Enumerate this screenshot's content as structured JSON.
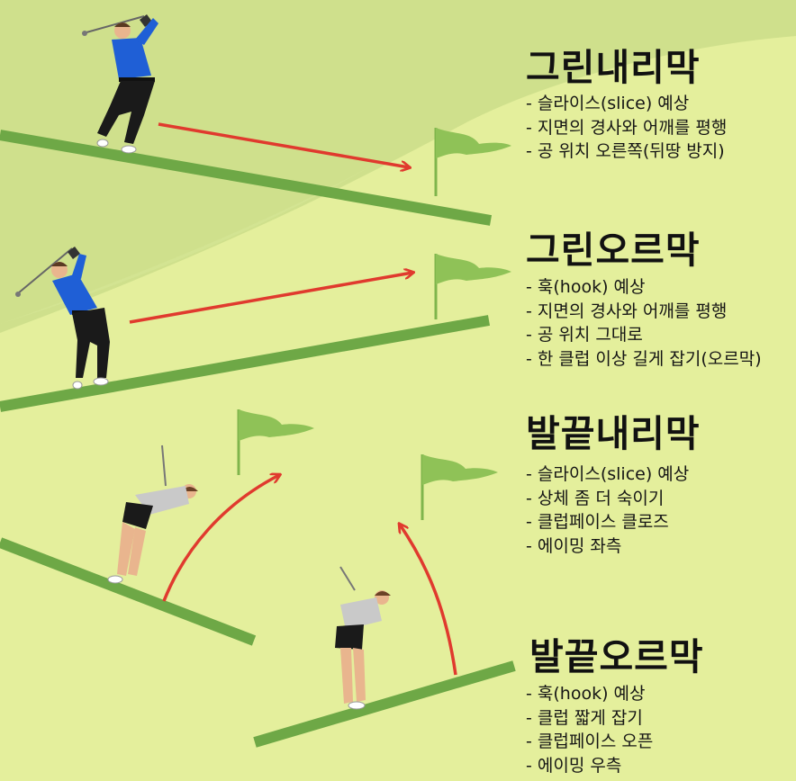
{
  "colors": {
    "background_light": "#e4ef9c",
    "background_dark_band": "#cfe08c",
    "slope_green": "#6ea846",
    "flag_green": "#8fc257",
    "arrow_red": "#e03a2e"
  },
  "sections": [
    {
      "title": "그린내리막",
      "bullets": [
        "슬라이스(slice) 예상",
        "지면의 경사와 어깨를 평행",
        "공 위치 오른쪽(뒤땅 방지)"
      ]
    },
    {
      "title": "그린오르막",
      "bullets": [
        "훅(hook) 예상",
        "지면의 경사와 어깨를 평행",
        "공 위치 그대로",
        "한 클럽 이상 길게 잡기(오르막)"
      ]
    },
    {
      "title": "발끝내리막",
      "bullets": [
        "슬라이스(slice) 예상",
        "상체 좀 더 숙이기",
        "클럽페이스 클로즈",
        "에이밍 좌측"
      ]
    },
    {
      "title": "발끝오르막",
      "bullets": [
        "훅(hook) 예상",
        "클럽 짧게 잡기",
        "클럽페이스 오픈",
        "에이밍 우측"
      ]
    }
  ]
}
